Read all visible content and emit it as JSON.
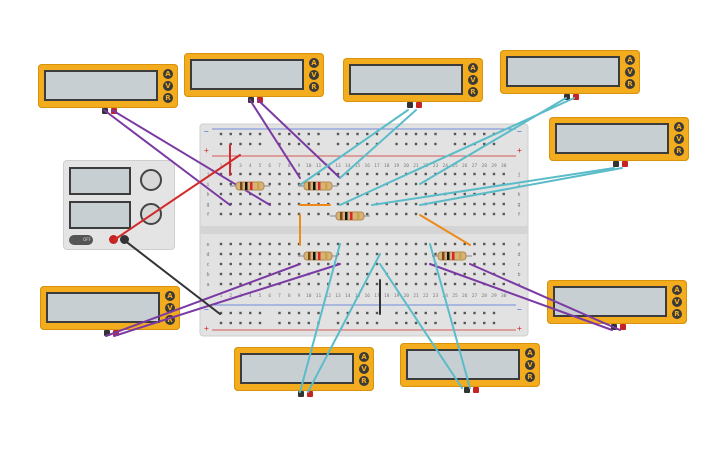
{
  "colors": {
    "meter_body": "#f2ac1e",
    "meter_screen": "#c7cfd3",
    "wire_purple": "#7b3aa3",
    "wire_cyan": "#5bbcc9",
    "wire_red": "#d22a2a",
    "wire_black": "#333333",
    "wire_orange": "#ec8a1a",
    "breadboard": "#e2e2e2"
  },
  "multimeter_modes": [
    "A",
    "V",
    "R"
  ],
  "breadboard": {
    "columns": [
      "1",
      "2",
      "3",
      "4",
      "5",
      "6",
      "7",
      "8",
      "9",
      "10",
      "11",
      "12",
      "13",
      "14",
      "15",
      "16",
      "17",
      "18",
      "19",
      "20",
      "21",
      "22",
      "23",
      "24",
      "25",
      "26",
      "27",
      "28",
      "29",
      "30"
    ],
    "row_letters_top": [
      "j",
      "i",
      "h",
      "g",
      "f"
    ],
    "row_letters_bottom": [
      "e",
      "d",
      "c",
      "b",
      "a"
    ],
    "rail_plus": "+",
    "rail_minus": "−"
  },
  "power_supply": {
    "switch_label": "OFF",
    "icons": [
      "voltage-knob-icon",
      "current-knob-icon"
    ]
  }
}
